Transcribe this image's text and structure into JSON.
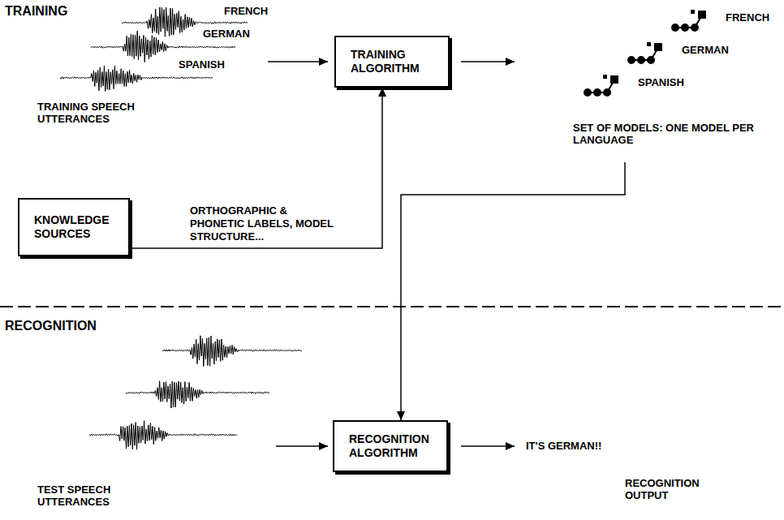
{
  "diagram": {
    "nodes": [
      {
        "text": [
          "TRAINING ALGORITHM"
        ]
      },
      {
        "text": [
          "KNOWLEDGE SOURCES"
        ]
      },
      {
        "text": [
          "RECOGNITION ALGORITHM"
        ]
      }
    ],
    "edges": [
      {
        "from": 1,
        "to": 0,
        "arrow": "to",
        "label": "ORTHOGRAPHIC & PHONETIC LABELS, MODEL STRUCTURE..."
      }
    ],
    "labels": [
      "TRAINING",
      "FRENCH",
      "GERMAN",
      "SPANISH",
      "TRAINING SPEECH UTTERANCES",
      "FRENCH",
      "GERMAN",
      "SPANISH",
      "SET OF MODELS: ONE MODEL PER LANGUAGE",
      "RECOGNITION",
      "TEST SPEECH UTTERANCES",
      "IT'S GERMAN!!",
      "RECOGNITION OUTPUT"
    ]
  }
}
